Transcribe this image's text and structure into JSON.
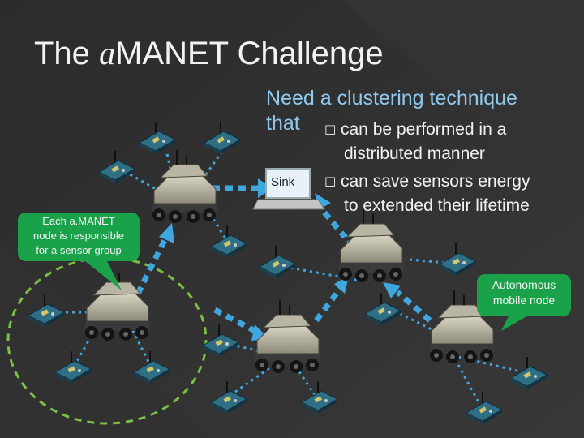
{
  "title": {
    "prefix_italic": "a",
    "rest": "MANET Challenge",
    "leading": "The"
  },
  "intro": {
    "line1": "Need a clustering technique",
    "line2": "that"
  },
  "bullets": [
    {
      "mark": "□",
      "line1": "can be performed in a",
      "line2": "distributed manner"
    },
    {
      "mark": "□",
      "line1": "can save sensors energy",
      "line2": "to extended their lifetime"
    }
  ],
  "sink_label": "Sink",
  "callouts": {
    "left": {
      "line1": "Each a.MANET",
      "line2": "node is responsible",
      "line3": "for a sensor group"
    },
    "right": {
      "line1": "Autonomous",
      "line2": "mobile node"
    }
  },
  "colors": {
    "background": "#2c2c2c",
    "accent": "#8fc9ee",
    "callout": "#1aa24a",
    "arrow": "#3fa7e0",
    "cluster_ring": "#7bc043"
  },
  "icons": [
    "robot-icon",
    "sensor-board-icon",
    "laptop-icon"
  ]
}
